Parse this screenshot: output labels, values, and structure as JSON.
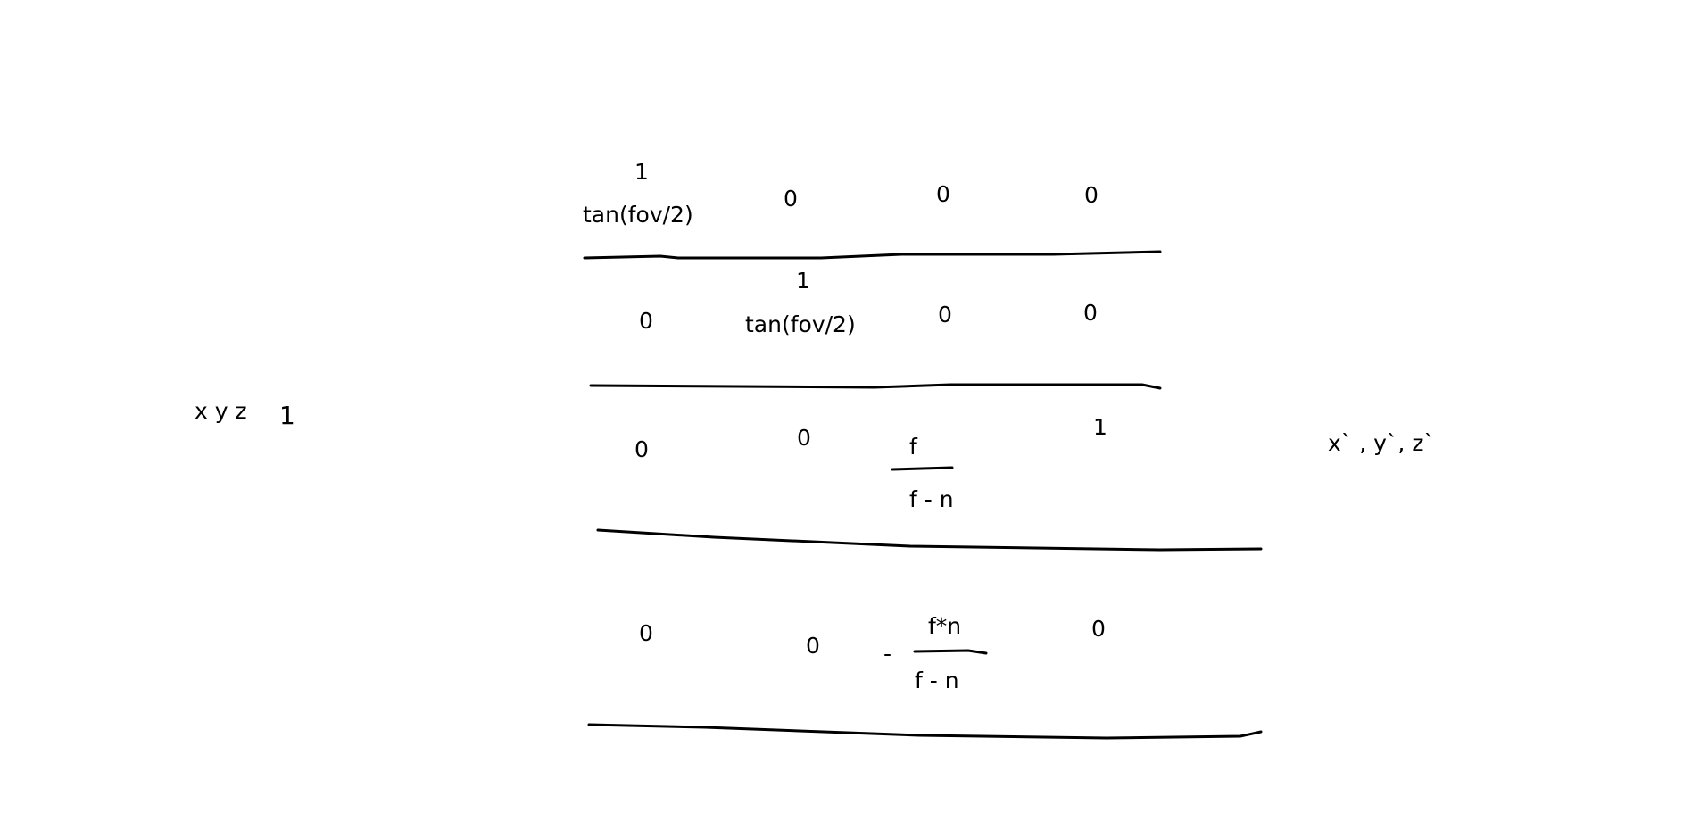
{
  "diagram": {
    "input_vector": {
      "components": "x y z",
      "w": "1"
    },
    "output_vector": "x` , y`, z`",
    "matrix": {
      "rows": [
        {
          "cells": [
            {
              "numerator": "1",
              "denominator": "tan(fov/2)"
            },
            "0",
            "0",
            "0"
          ]
        },
        {
          "cells": [
            "0",
            {
              "numerator": "1",
              "denominator": "tan(fov/2)"
            },
            "0",
            "0"
          ]
        },
        {
          "cells": [
            "0",
            "0",
            {
              "numerator": "f",
              "denominator": "f - n"
            },
            "1"
          ]
        },
        {
          "cells": [
            "0",
            "0",
            {
              "sign": "-",
              "numerator": "f*n",
              "denominator": "f - n"
            },
            "0"
          ]
        }
      ]
    }
  },
  "colors": {
    "background": "#ffffff",
    "ink": "#000000"
  }
}
